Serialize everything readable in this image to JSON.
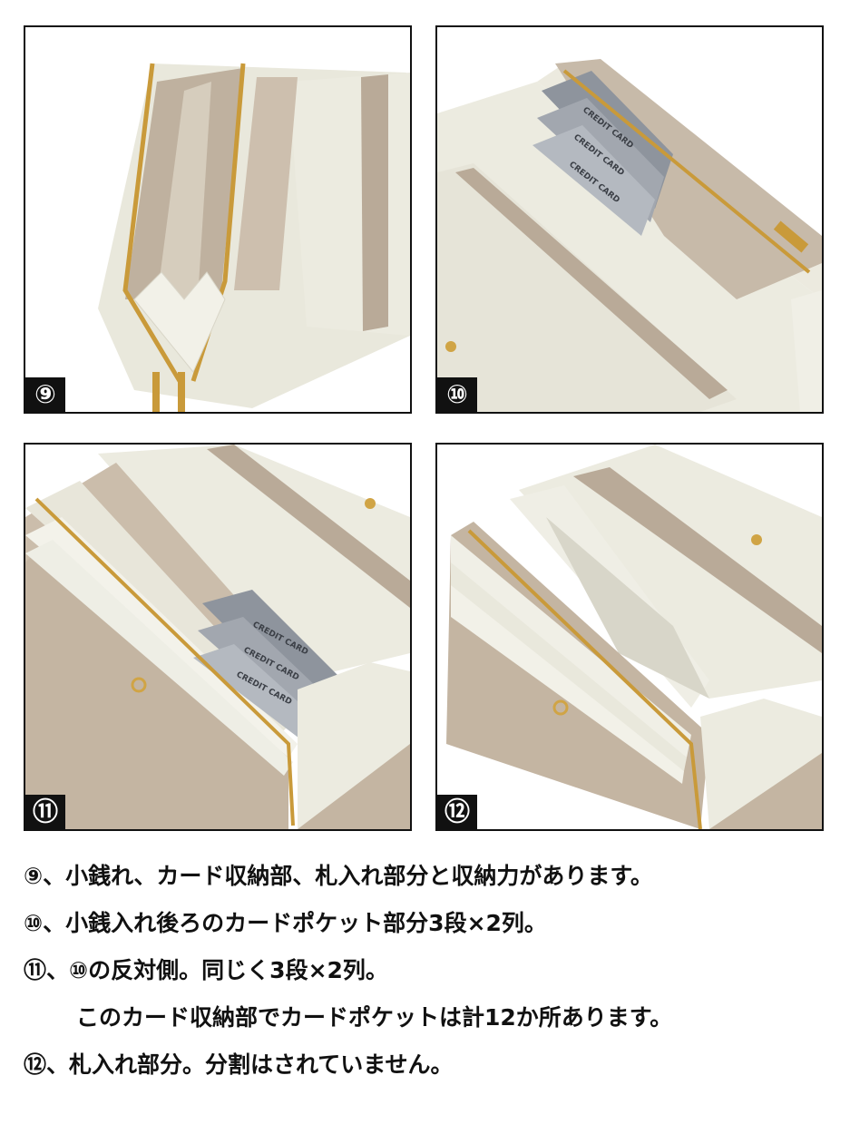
{
  "photos": [
    {
      "id": "p9",
      "badge": "⑨"
    },
    {
      "id": "p10",
      "badge": "⑩"
    },
    {
      "id": "p11",
      "badge": "⑪"
    },
    {
      "id": "p12",
      "badge": "⑫"
    }
  ],
  "card_label": "CREDIT CARD",
  "colors": {
    "leather_ivory": "#ecebe0",
    "leather_taupe": "#b9aa98",
    "lining": "#c9bcab",
    "zipper_gold": "#c99a3a",
    "card_gray": "#9aa0a8",
    "frame": "#111111"
  },
  "captions": [
    "⑨、小銭れ、カード収納部、札入れ部分と収納力があります。",
    "⑩、小銭入れ後ろのカードポケット部分3段×2列。",
    "⑪、⑩の反対側。同じく3段×2列。",
    "このカード収納部でカードポケットは計12か所あります。",
    "⑫、札入れ部分。分割はされていません。"
  ]
}
